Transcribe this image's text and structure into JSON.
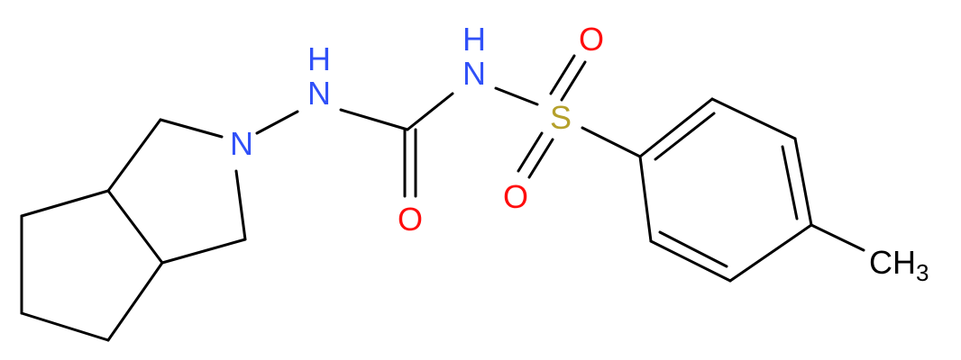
{
  "molecule": {
    "atoms": {
      "n_ring": "N",
      "n_h1": "N",
      "h1": "H",
      "n_h2": "N",
      "h2": "H",
      "o_carbonyl": "O",
      "s_sulfonyl": "S",
      "o_sulfonyl_top": "O",
      "o_sulfonyl_bottom": "O",
      "ch3_c": "CH",
      "ch3_sub": "3"
    },
    "colors": {
      "bond": "#000000",
      "nitrogen": "#3050F8",
      "oxygen": "#FF0D0D",
      "sulfur": "#B5A02B",
      "carbon": "#000000"
    }
  }
}
